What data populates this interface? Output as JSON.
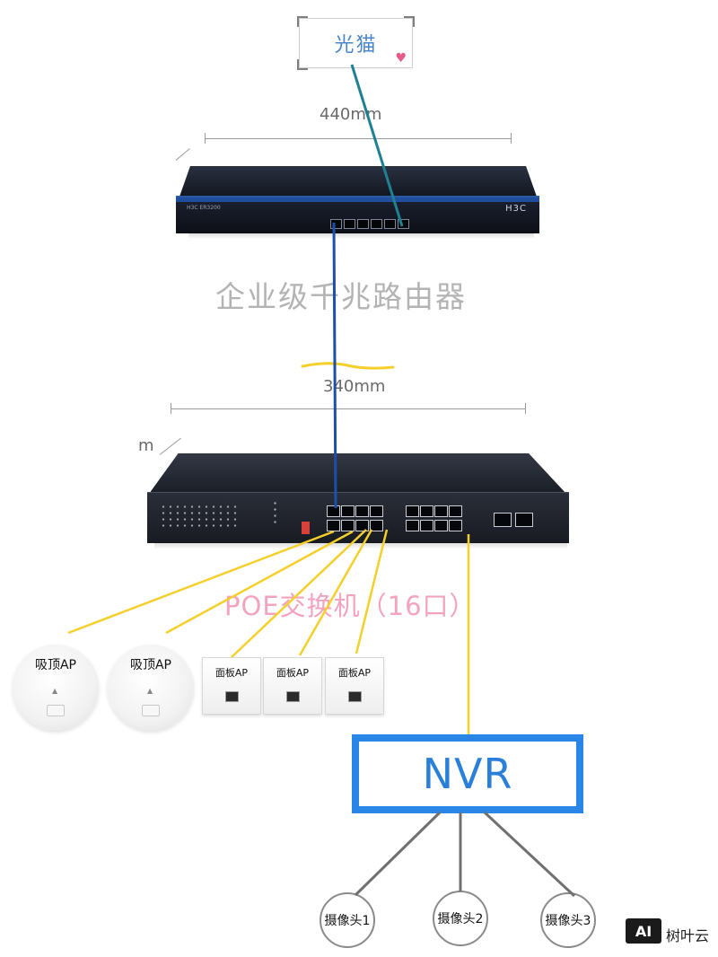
{
  "modem": {
    "label": "光猫"
  },
  "router": {
    "width_label": "440mm",
    "caption": "企业级千兆路由器",
    "brand": "H3C",
    "model": "H3C ER3200"
  },
  "switch": {
    "width_label": "340mm",
    "depth_label": "m",
    "caption": "POE交换机（16口）"
  },
  "access_points": {
    "ceiling": [
      {
        "label": "吸顶AP"
      },
      {
        "label": "吸顶AP"
      }
    ],
    "panel": [
      {
        "label": "面板AP"
      },
      {
        "label": "面板AP"
      },
      {
        "label": "面板AP"
      }
    ]
  },
  "nvr": {
    "label": "NVR"
  },
  "cameras": [
    {
      "label": "摄像头1"
    },
    {
      "label": "摄像头2"
    },
    {
      "label": "摄像头3"
    }
  ],
  "watermark": {
    "logo": "AI",
    "text": "树叶云"
  },
  "colors": {
    "uplink_teal": "#1f7f93",
    "router_switch_link": "#1c4fa8",
    "poe_links": "#f5cf2a",
    "nvr_border": "#2a86e6",
    "camera_links": "#707070",
    "switch_caption": "#f3a3c0"
  },
  "icons": {
    "heart": "heart-icon",
    "corner": "corner-bracket-icon"
  }
}
